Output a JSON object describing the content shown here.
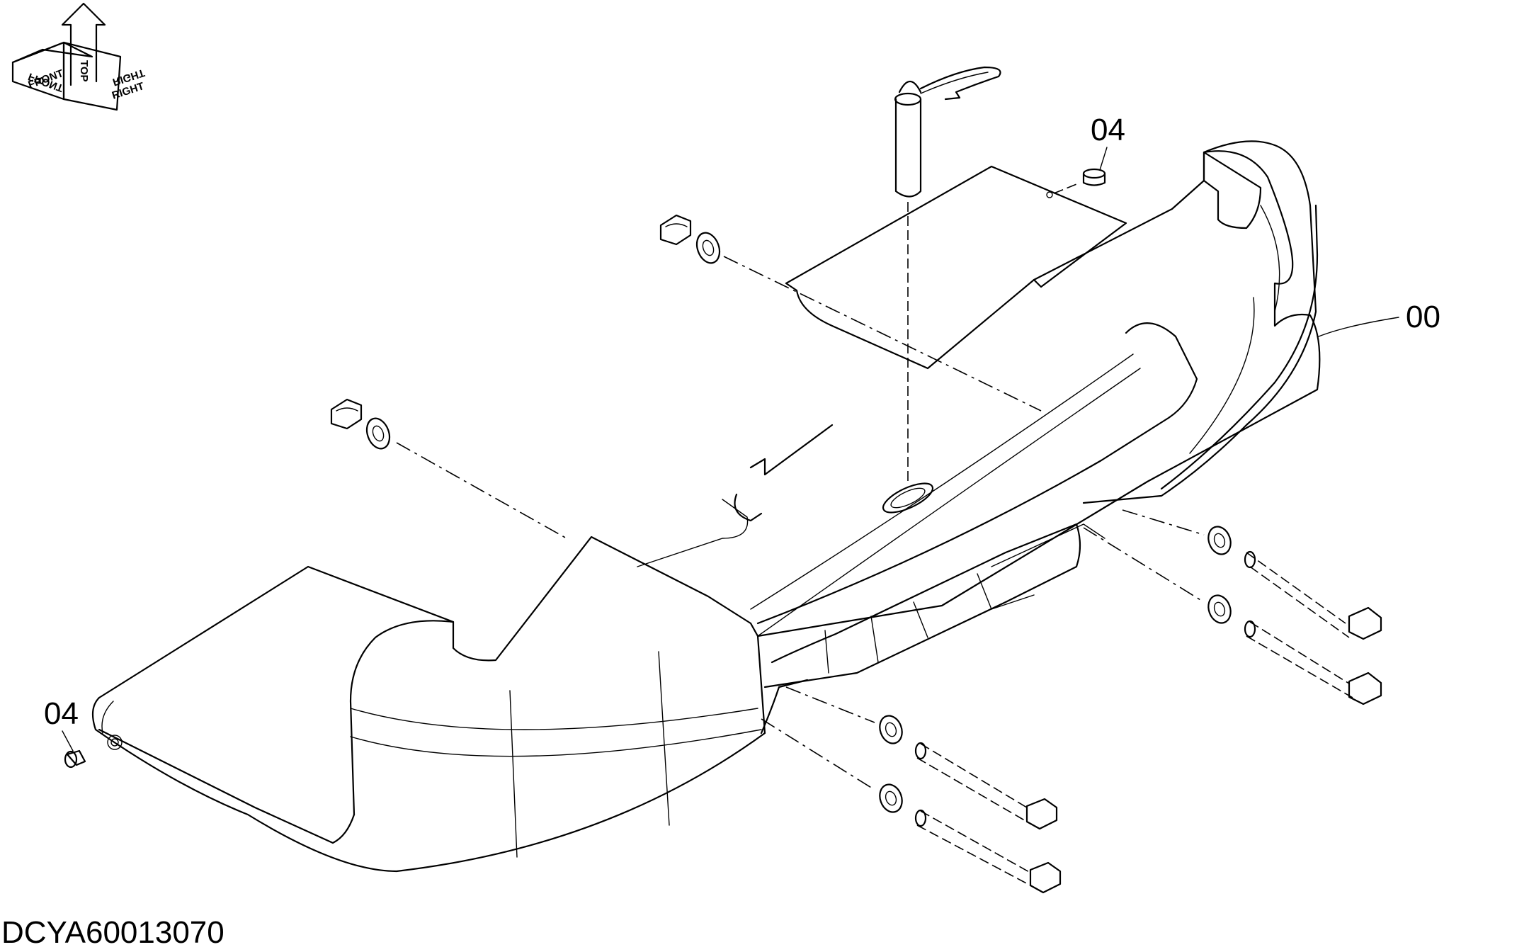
{
  "orientation": {
    "front": "FRONT",
    "top": "TOP",
    "right": "RIGHT"
  },
  "callouts": {
    "bolt_left": "04",
    "bolt_top": "04",
    "weight": "00"
  },
  "drawing_code": "DCYA60013070"
}
